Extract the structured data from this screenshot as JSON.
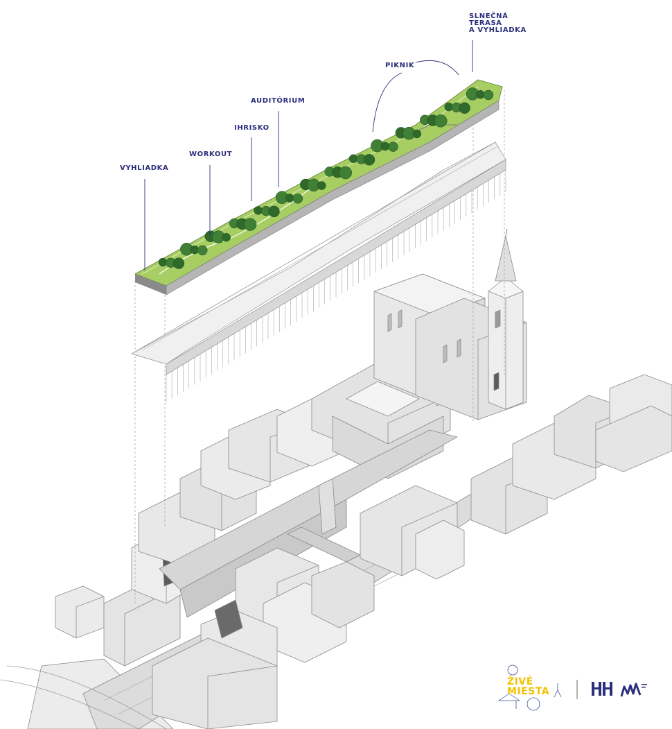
{
  "labels": {
    "vyhliadka": "VYHLIADKA",
    "workout": "WORKOUT",
    "ihrisko": "IHRISKO",
    "auditorium": "AUDITÓRIUM",
    "piknik": "PIKNIK",
    "slnecna": [
      "SLNEČNÁ",
      "TERASA",
      "A VYHLIADKA"
    ]
  },
  "logos": {
    "zive_miesta": [
      "ŽIVÉ",
      "MIESTA"
    ]
  },
  "colors": {
    "label": "#2b2f7c",
    "green": "#86b84a",
    "dark_green": "#3c7d34",
    "building": "#e6e6e6",
    "building_edge": "#8a8a8a",
    "logo_yellow": "#f2c200"
  },
  "icons": [
    "hh-logo-icon",
    "mib-logo-icon"
  ]
}
